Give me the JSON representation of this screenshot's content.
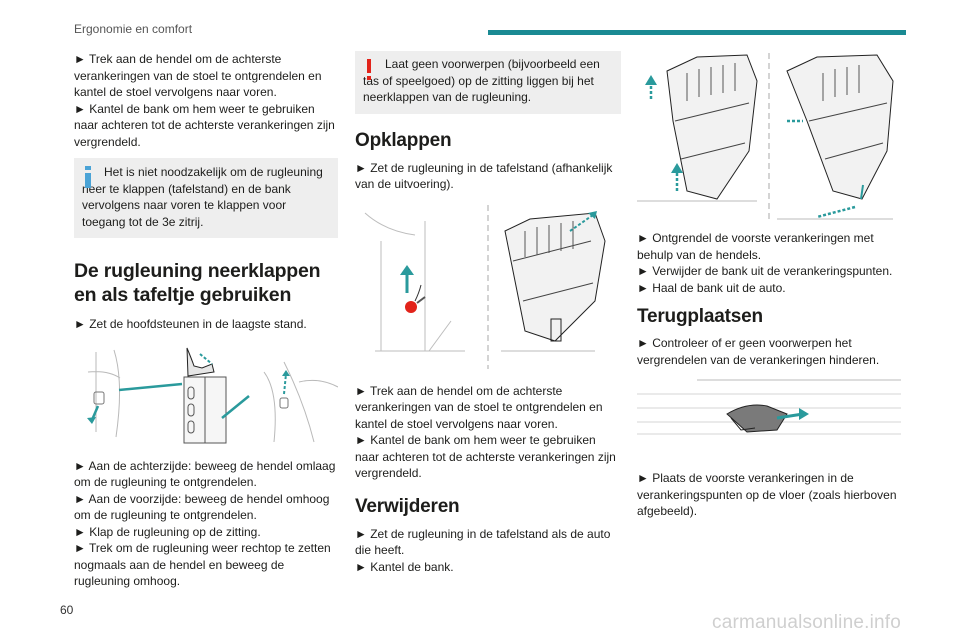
{
  "header": {
    "section": "Ergonomie en comfort",
    "accent_color": "#1a8a93"
  },
  "footer": {
    "page_number": "60",
    "watermark": "carmanualsonline.info"
  },
  "col1": {
    "p1": "► Trek aan de hendel om de achterste verankeringen van de stoel te ontgrendelen en kantel de stoel vervolgens naar voren.",
    "p2": "► Kantel de bank om hem weer te gebruiken naar achteren tot de achterste verankeringen zijn vergrendeld.",
    "info_note": "Het is niet noodzakelijk om de rugleuning neer te klappen (tafelstand) en de bank vervolgens naar voren te klappen voor toegang tot de 3e zitrij.",
    "heading": "De rugleuning neerklappen en als tafeltje gebruiken",
    "p3": "► Zet de hoofdsteunen in de laagste stand.",
    "p4": "► Aan de achterzijde: beweeg de hendel omlaag om de rugleuning te ontgrendelen.",
    "p5": "► Aan de voorzijde: beweeg de hendel omhoog om de rugleuning te ontgrendelen.",
    "p6": "► Klap de rugleuning op de zitting.",
    "p7": "► Trek om de rugleuning weer rechtop te zetten nogmaals aan de hendel en beweeg de rugleuning omhoog."
  },
  "col2": {
    "warning_note": "Laat geen voorwerpen (bijvoorbeeld een tas of speelgoed) op de zitting liggen bij het neerklappen van de rugleuning.",
    "heading1": "Opklappen",
    "p1": "► Zet de rugleuning in de tafelstand (afhankelijk van de uitvoering).",
    "p2": "► Trek aan de hendel om de achterste verankeringen van de stoel te ontgrendelen en kantel de stoel vervolgens naar voren.",
    "p3": "► Kantel de bank om hem weer te gebruiken naar achteren tot de achterste verankeringen zijn vergrendeld.",
    "heading2": "Verwijderen",
    "p4": "► Zet de rugleuning in de tafelstand als de auto die heeft.",
    "p5": "► Kantel de bank."
  },
  "col3": {
    "p1": "► Ontgrendel de voorste verankeringen met behulp van de hendels.",
    "p2": "► Verwijder de bank uit de verankeringspunten.",
    "p3": "► Haal de bank uit de auto.",
    "heading": "Terugplaatsen",
    "p4": "► Controleer of er geen voorwerpen het vergrendelen van de verankeringen hinderen.",
    "p5": "► Plaats de voorste verankeringen in de verankeringspunten op de vloer (zoals hierboven afgebeeld)."
  },
  "colors": {
    "info_icon": "#4aa3d6",
    "warning_icon": "#e2231a",
    "note_bg": "#eeeeee",
    "arrow": "#2a9a9c"
  }
}
